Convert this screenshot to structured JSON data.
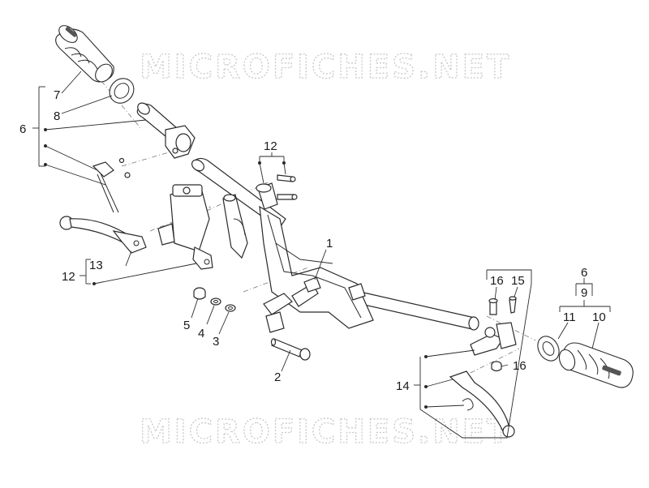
{
  "watermark": {
    "text": "MICROFICHES.NET"
  },
  "callouts": {
    "c1": "1",
    "c2": "2",
    "c3": "3",
    "c4": "4",
    "c5": "5",
    "c6_left": "6",
    "c7": "7",
    "c8": "8",
    "c12_top": "12",
    "c12_left": "12",
    "c13": "13",
    "c14": "14",
    "c15": "15",
    "c16_top": "16",
    "c16_right": "16",
    "c6_right": "6",
    "c9": "9",
    "c10": "10",
    "c11": "11"
  }
}
